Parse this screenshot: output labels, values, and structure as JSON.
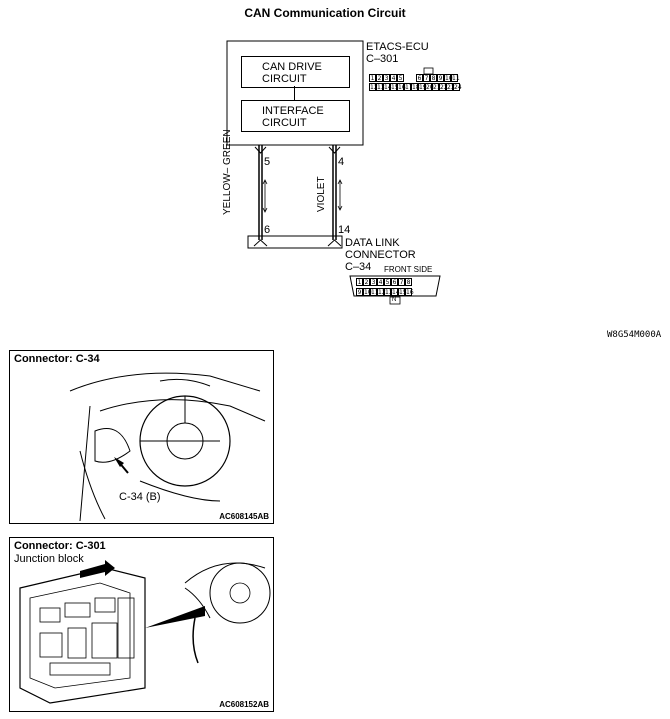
{
  "title": "CAN Communication Circuit",
  "ecu": {
    "name": "ETACS-ECU",
    "connector": "C–301",
    "block1": [
      "CAN DRIVE",
      "CIRCUIT"
    ],
    "block2": [
      "INTERFACE",
      "CIRCUIT"
    ],
    "pins_top": [
      "1",
      "2",
      "3",
      "4",
      "5",
      "",
      "6",
      "7",
      "8",
      "9",
      "10",
      "11"
    ],
    "pins_bottom": [
      "12",
      "13",
      "14",
      "15",
      "16",
      "17",
      "18",
      "19",
      "20",
      "21",
      "22",
      "23",
      "24"
    ]
  },
  "wires": [
    {
      "color_label": "YELLOW– GREEN",
      "ecu_pin": "5",
      "dlc_pin": "6"
    },
    {
      "color_label": "VIOLET",
      "ecu_pin": "4",
      "dlc_pin": "14"
    }
  ],
  "dlc": {
    "name_line1": "DATA LINK",
    "name_line2": "CONNECTOR",
    "connector": "C–34",
    "side": "FRONT SIDE",
    "pins_top": [
      "1",
      "2",
      "3",
      "4",
      "5",
      "6",
      "7",
      "8"
    ],
    "pins_bottom": [
      "9",
      "10",
      "11",
      "12",
      "13",
      "14",
      "15",
      "16"
    ],
    "tab": "N"
  },
  "diagram_code": "W8G54M000A",
  "panel1": {
    "title": "Connector: C-34",
    "callout": "C-34 (B)",
    "code": "AC608145AB"
  },
  "panel2": {
    "title": "Connector: C-301",
    "subtitle": "Junction block",
    "code": "AC608152AB"
  }
}
